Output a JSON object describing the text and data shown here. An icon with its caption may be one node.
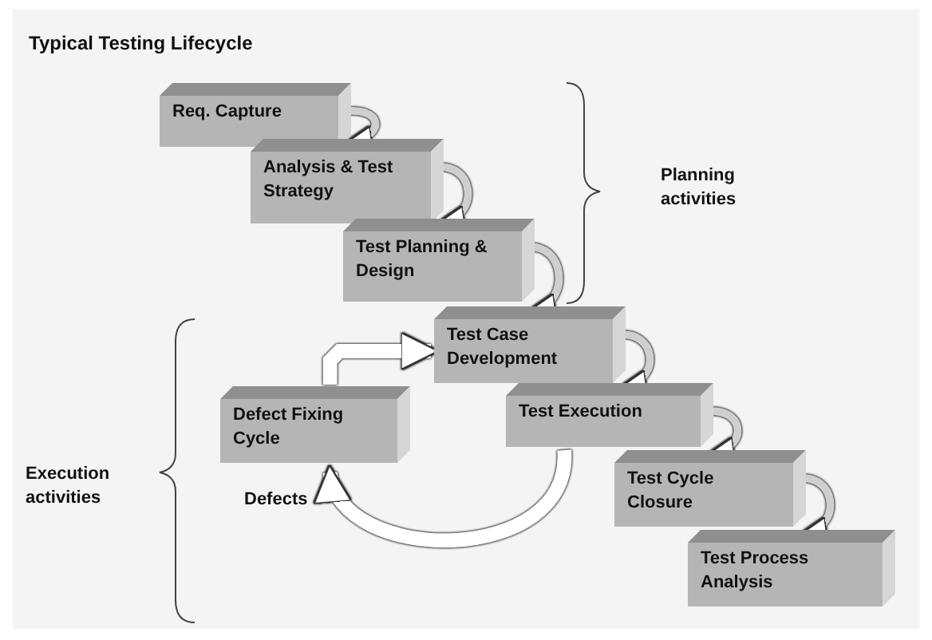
{
  "diagram": {
    "title": "Typical Testing Lifecycle",
    "nodes": [
      {
        "text": [
          "Req. Capture"
        ]
      },
      {
        "text": [
          "Analysis & Test Strategy"
        ]
      },
      {
        "text": [
          "Test Planning & Design"
        ]
      },
      {
        "text": [
          "Test Case Development"
        ]
      },
      {
        "text": [
          "Defect Fixing Cycle"
        ]
      },
      {
        "text": [
          "Test Execution"
        ]
      },
      {
        "text": [
          "Test Cycle Closure"
        ]
      },
      {
        "text": [
          "Test Process Analysis"
        ]
      }
    ],
    "edges": [
      {
        "from": 0,
        "to": 1,
        "arrow": "to"
      },
      {
        "from": 1,
        "to": 2,
        "arrow": "to"
      },
      {
        "from": 2,
        "to": 3,
        "arrow": "to"
      },
      {
        "from": 3,
        "to": 5,
        "arrow": "to"
      },
      {
        "from": 5,
        "to": 6,
        "arrow": "to"
      },
      {
        "from": 6,
        "to": 7,
        "arrow": "to"
      },
      {
        "from": 4,
        "to": 3,
        "arrow": "to",
        "style": "thick"
      },
      {
        "from": 5,
        "to": 4,
        "arrow": "to",
        "style": "thick",
        "label": "Defects"
      }
    ],
    "labels": [
      "Planning activities",
      "Execution activities"
    ]
  }
}
